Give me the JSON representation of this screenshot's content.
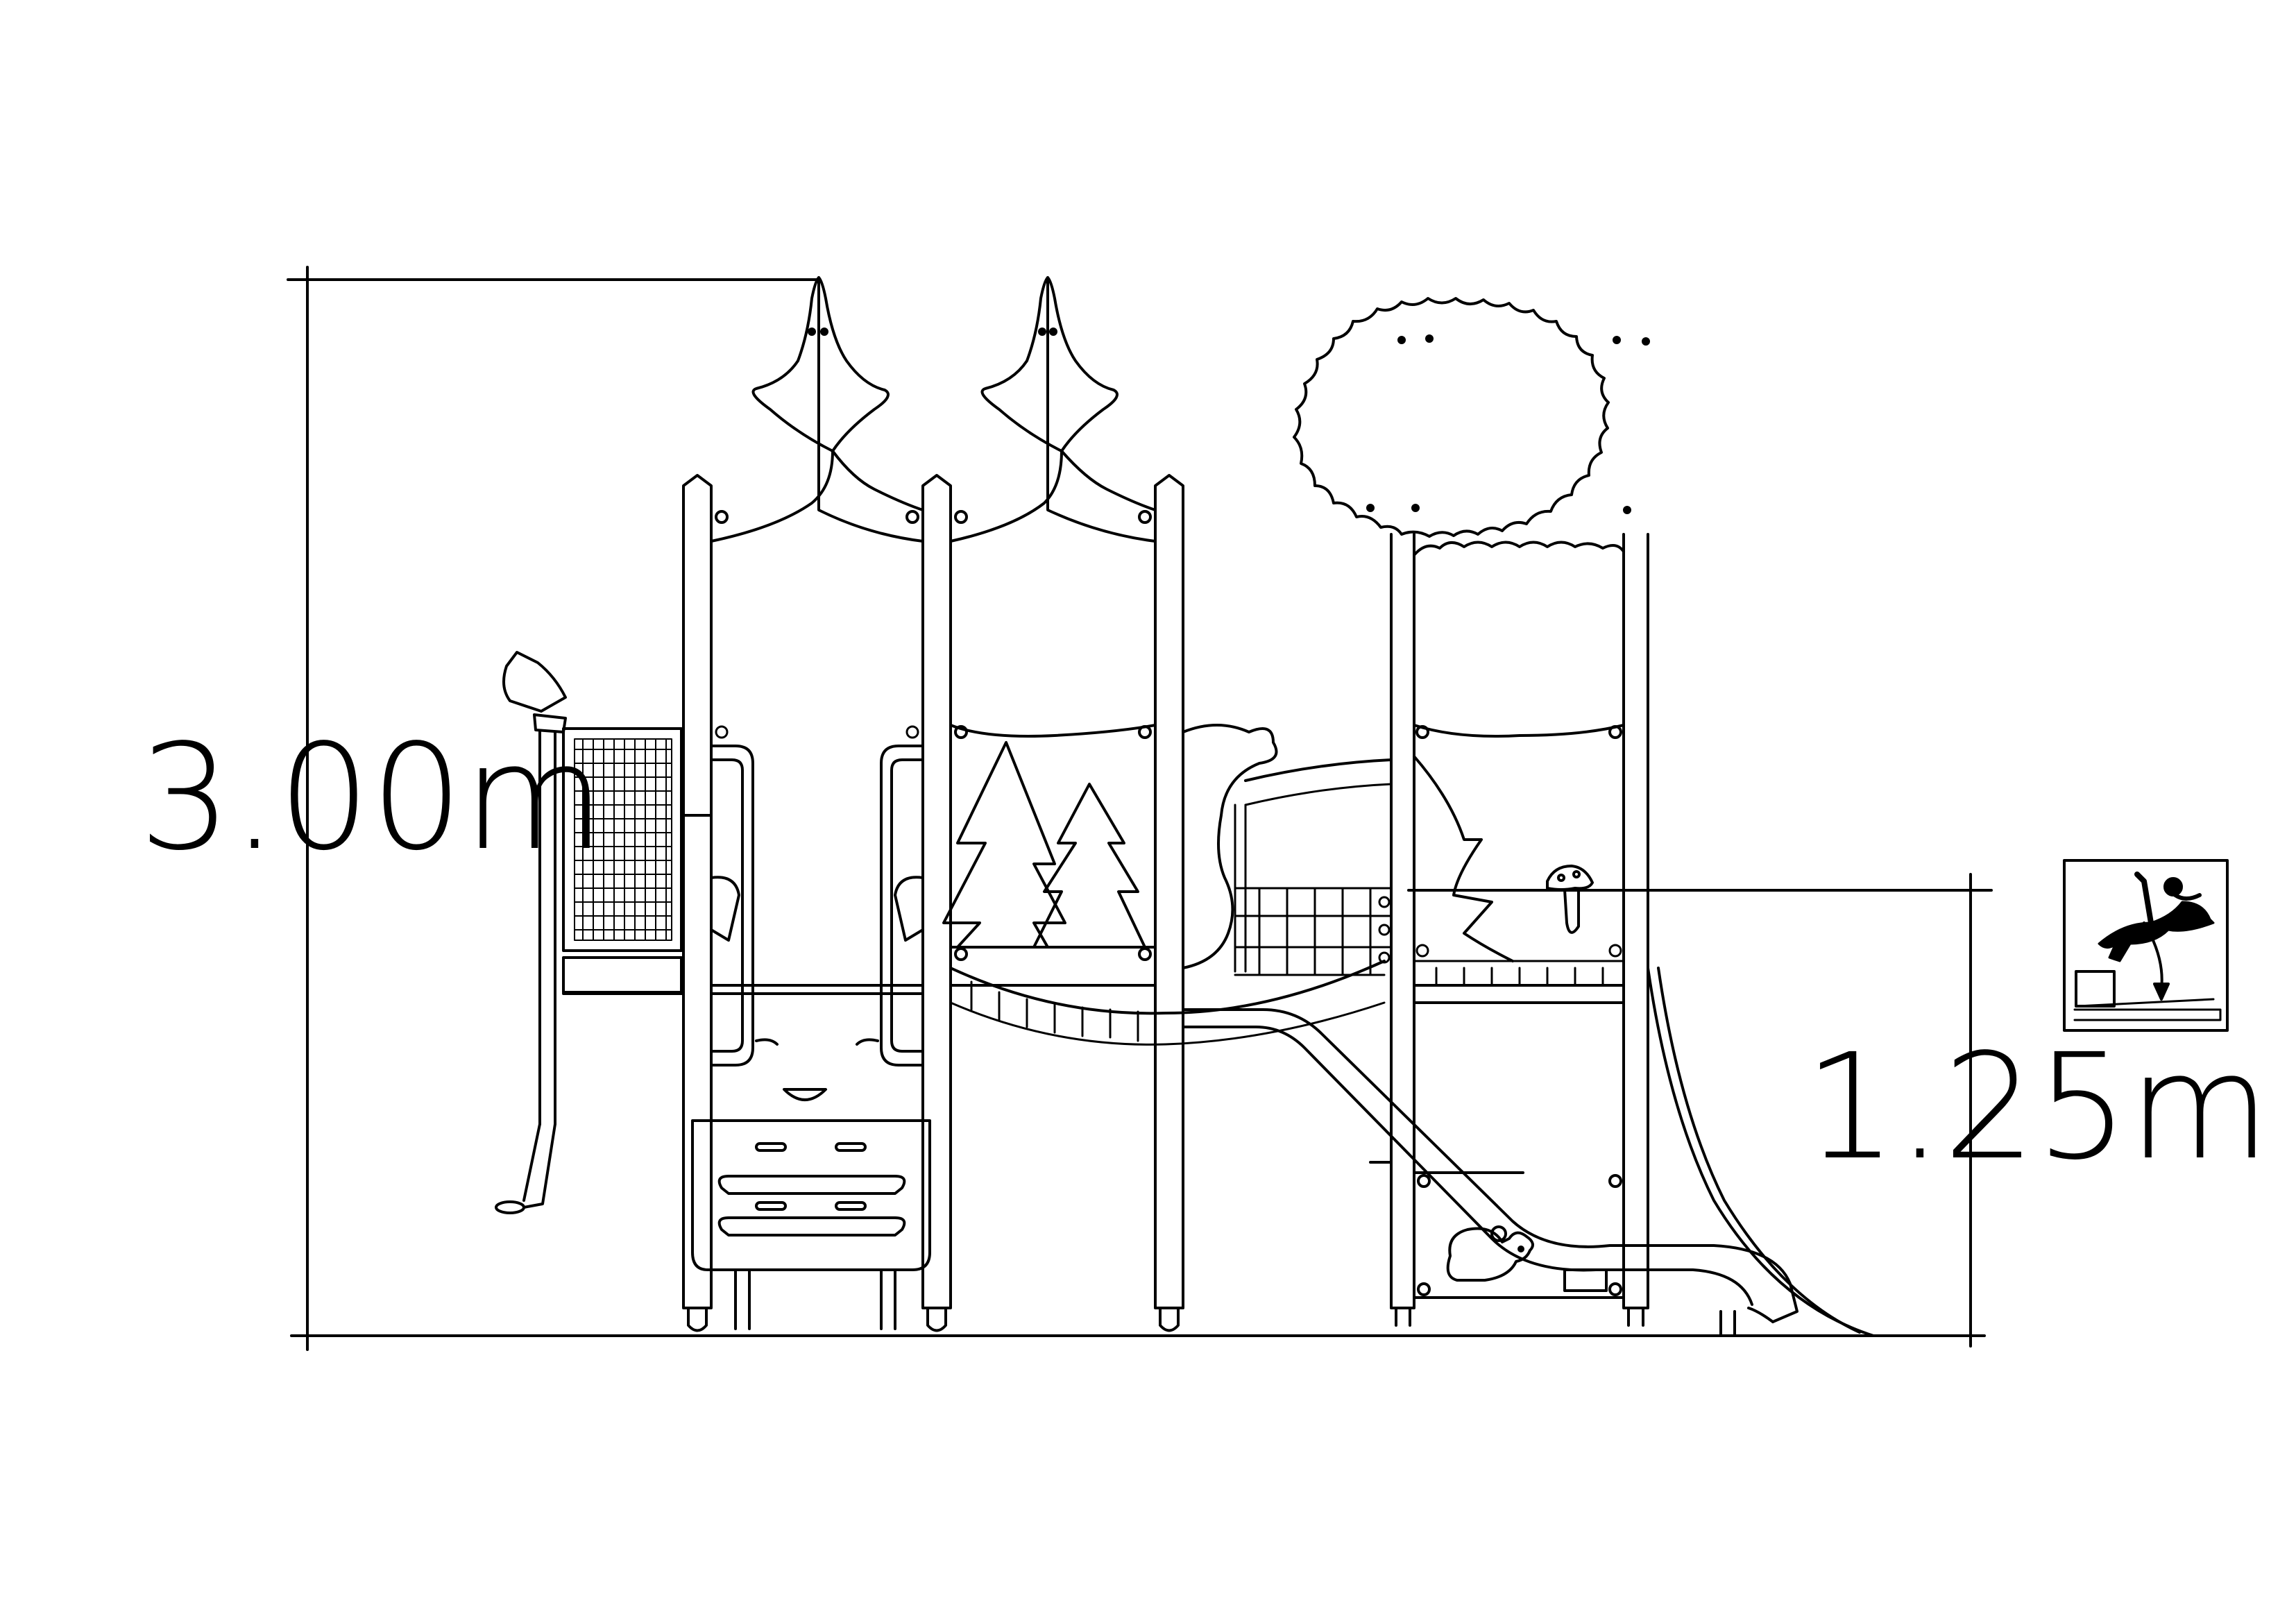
{
  "diagram": {
    "overall_height_label": "3.00m",
    "platform_height_label": "1.25m",
    "fall_height_icon": "fall-height-pictogram",
    "line_color": "#000000",
    "background_color": "#ffffff"
  }
}
